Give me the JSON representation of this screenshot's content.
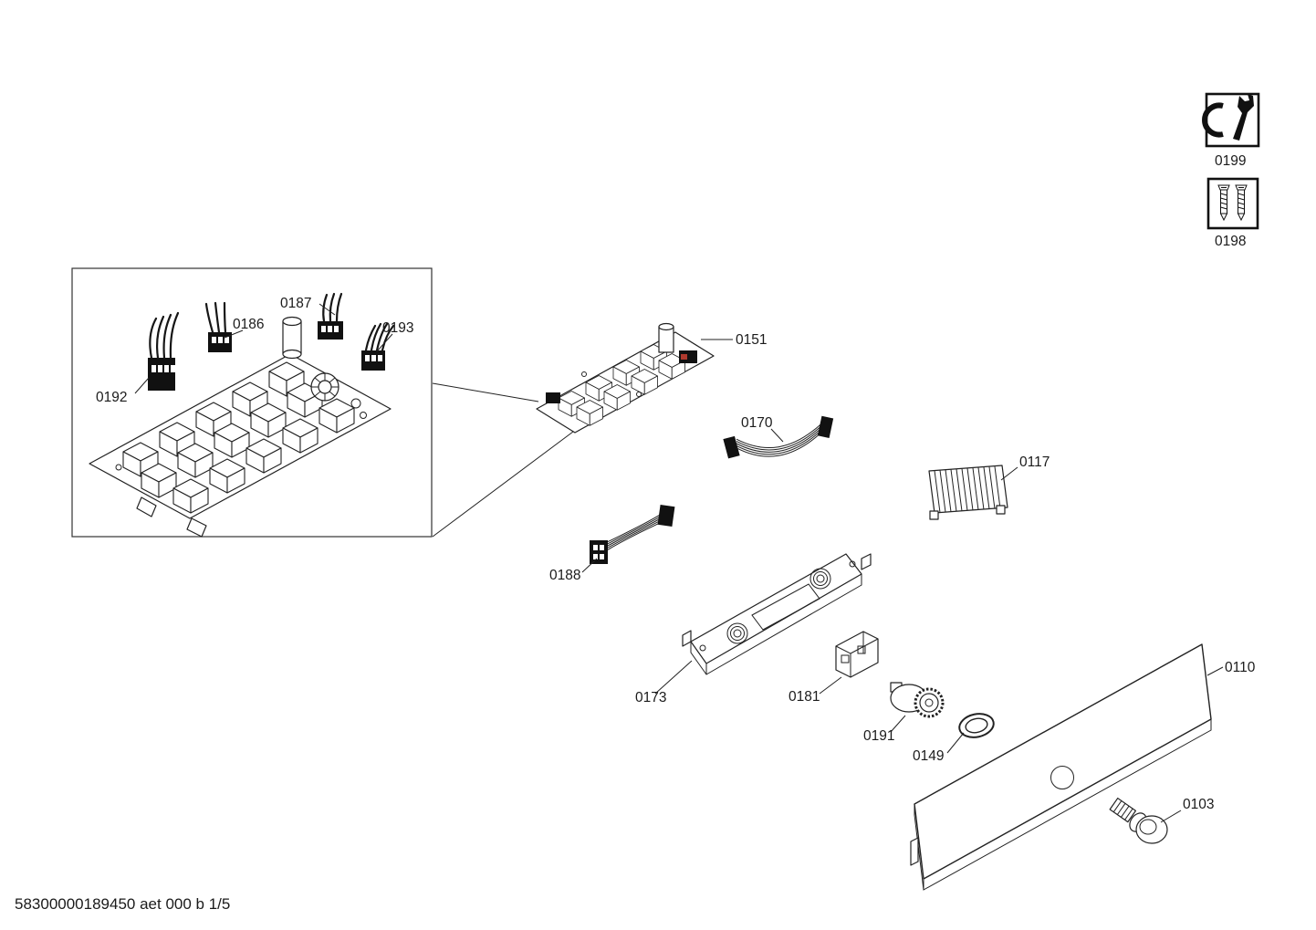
{
  "diagram": {
    "drawing_number": "58300000189450 aet 000 b 1/5",
    "legend_icons": [
      {
        "id": "0199",
        "icon": "wrench-service-icon"
      },
      {
        "id": "0198",
        "icon": "screws-icon"
      }
    ],
    "callouts": {
      "0103": "0103",
      "0110": "0110",
      "0117": "0117",
      "0149": "0149",
      "0151": "0151",
      "0170": "0170",
      "0173": "0173",
      "0181": "0181",
      "0186": "0186",
      "0187": "0187",
      "0188": "0188",
      "0191": "0191",
      "0192": "0192",
      "0193": "0193",
      "0198": "0198",
      "0199": "0199"
    }
  }
}
